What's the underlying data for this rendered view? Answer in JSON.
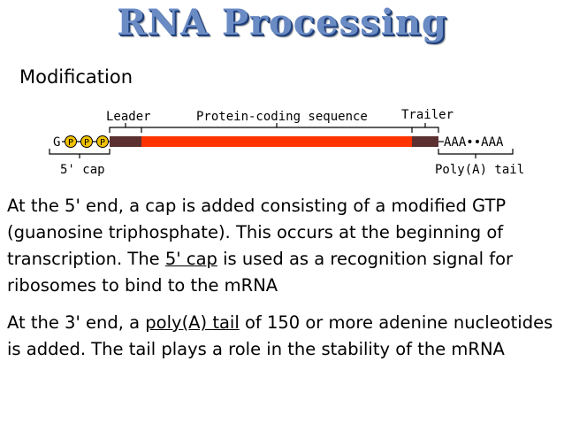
{
  "title": "RNA Processing",
  "subheading": "Modification",
  "diagram": {
    "labels": {
      "leader": "Leader",
      "coding": "Protein-coding sequence",
      "trailer": "Trailer",
      "cap": "5' cap",
      "polya": "Poly(A) tail"
    },
    "cap_g": "G",
    "phosphate": "P",
    "tail_text": "AAA••AAA",
    "colors": {
      "coding": "#ff3300",
      "utr": "#5c3030",
      "phosphate": "#f2c200"
    }
  },
  "paragraph1": {
    "before": "At the 5' end, a cap is added consisting of a modified GTP (guanosine triphosphate). This occurs at the beginning of transcription. The ",
    "term": "5' cap",
    "after": " is used as a recognition signal for ribosomes to bind to the mRNA"
  },
  "paragraph2": {
    "before": "At the 3' end, a ",
    "term": "poly(A) tail",
    "after": " of 150 or more adenine nucleotides is added. The tail plays a role in the stability of the mRNA"
  }
}
